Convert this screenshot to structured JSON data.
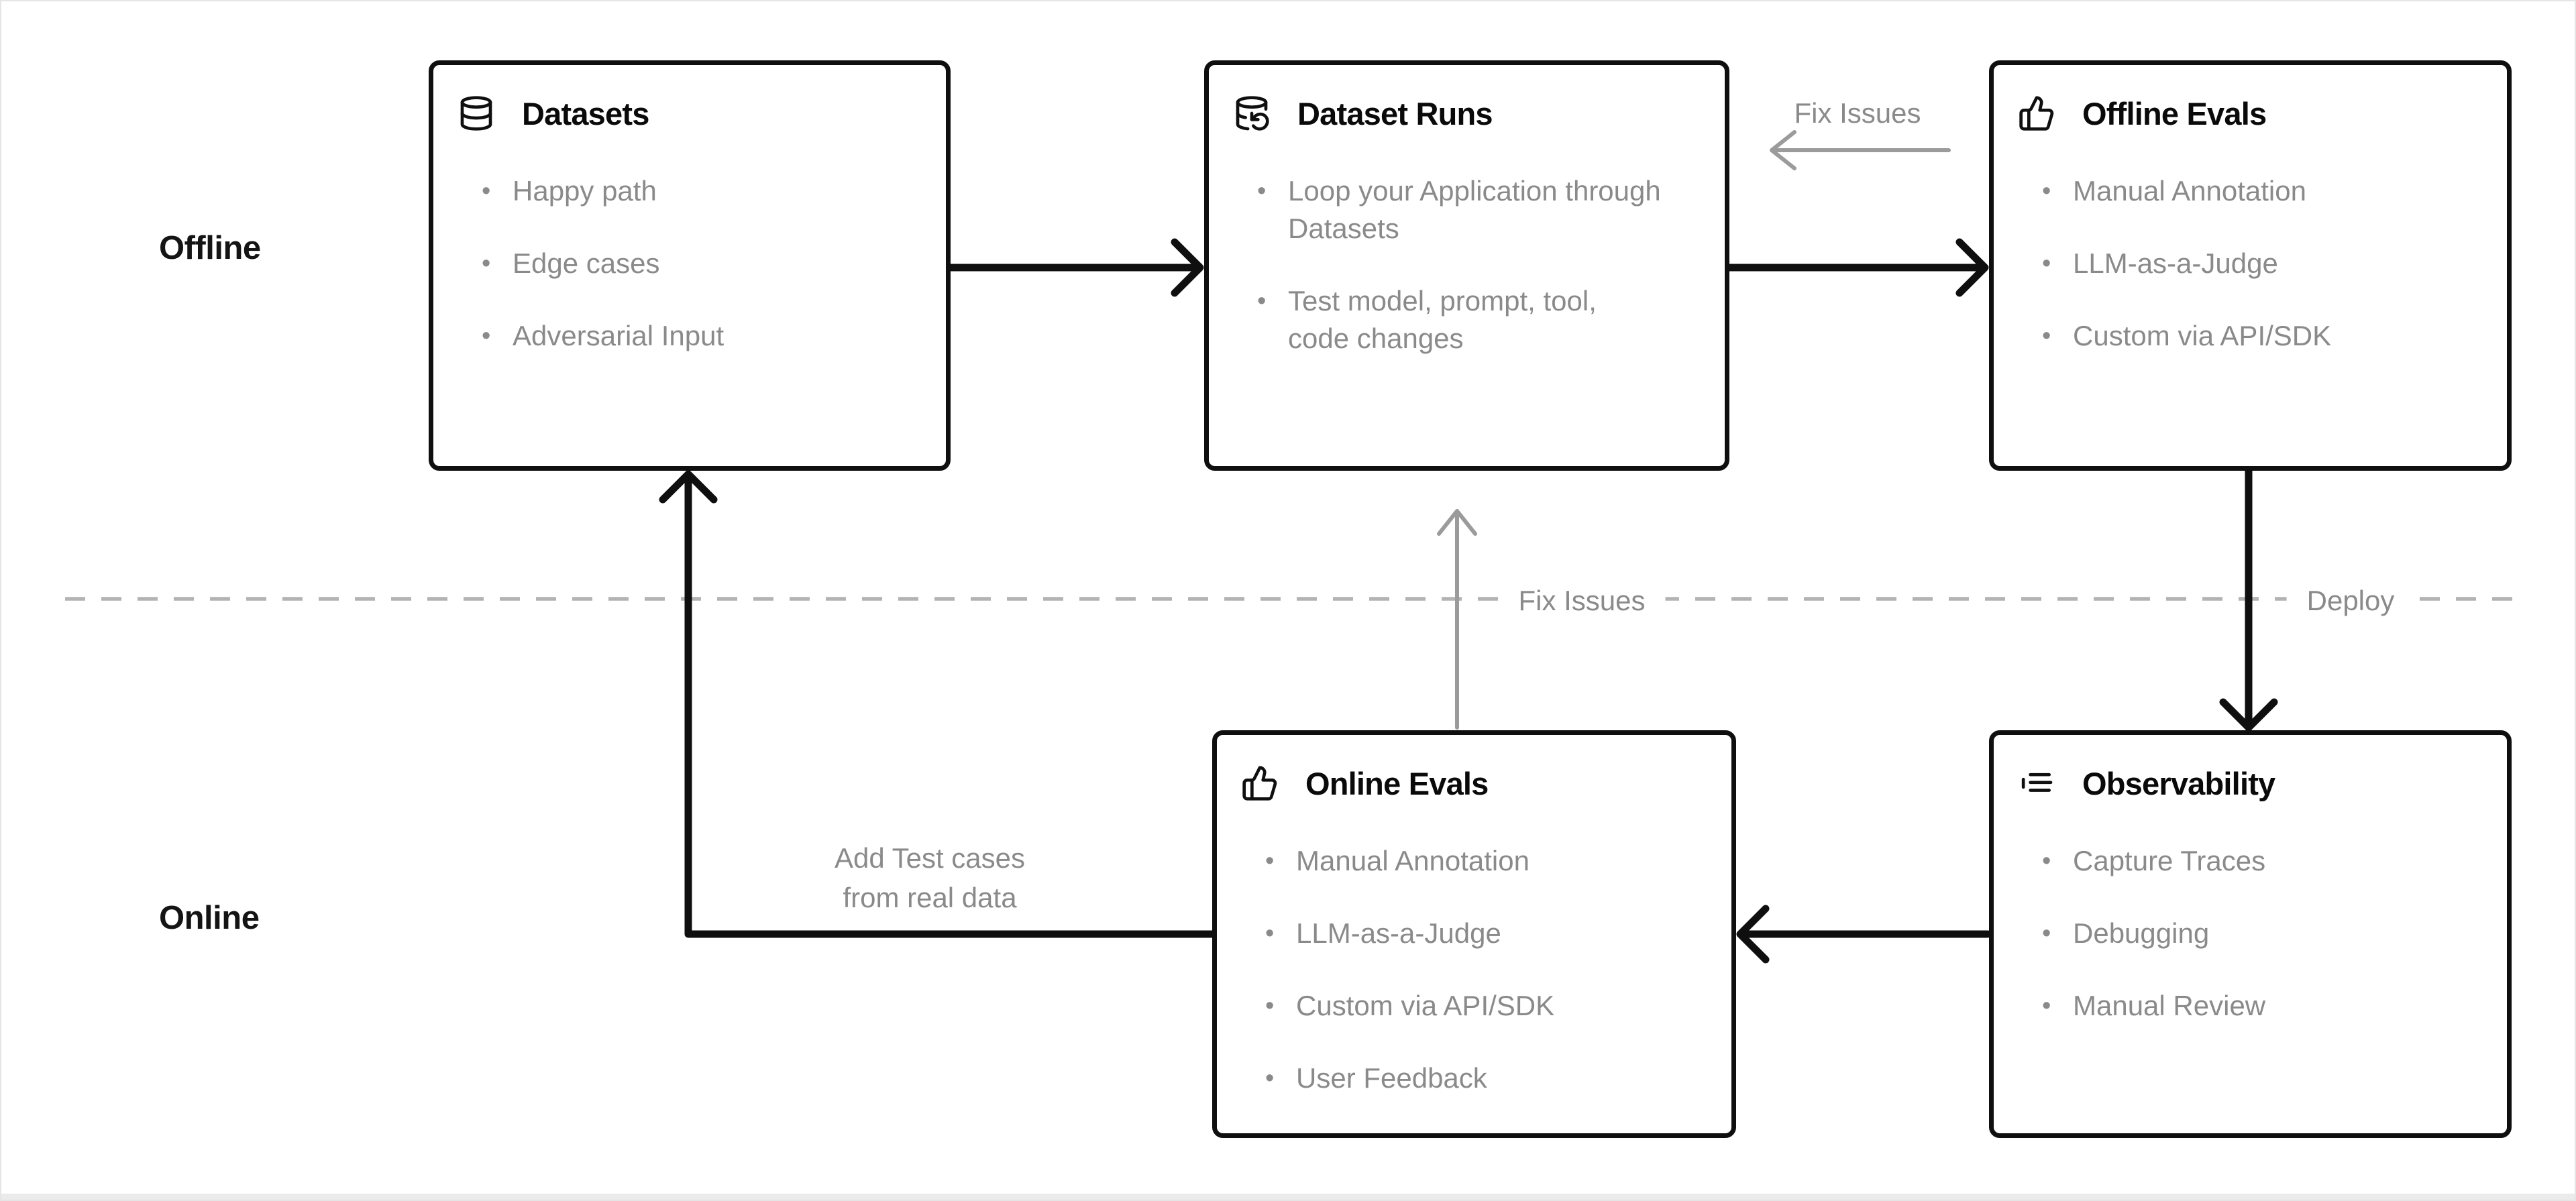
{
  "lanes": {
    "offline": "Offline",
    "online": "Online"
  },
  "boxes": {
    "datasets": {
      "title": "Datasets",
      "icon": "database-icon",
      "items": [
        "Happy path",
        "Edge cases",
        "Adversarial Input"
      ]
    },
    "dataset_runs": {
      "title": "Dataset Runs",
      "icon": "database-refresh-icon",
      "items": [
        "Loop your Application through Datasets",
        "Test model, prompt, tool, code changes"
      ]
    },
    "offline_evals": {
      "title": "Offline Evals",
      "icon": "thumbs-up-icon",
      "items": [
        "Manual Annotation",
        "LLM-as-a-Judge",
        "Custom via API/SDK"
      ]
    },
    "online_evals": {
      "title": "Online Evals",
      "icon": "thumbs-up-icon",
      "items": [
        "Manual Annotation",
        "LLM-as-a-Judge",
        "Custom via API/SDK",
        "User Feedback"
      ]
    },
    "observability": {
      "title": "Observability",
      "icon": "logs-icon",
      "items": [
        "Capture Traces",
        "Debugging",
        "Manual Review"
      ]
    }
  },
  "edge_labels": {
    "fix_issues_top": "Fix Issues",
    "fix_issues_mid": "Fix Issues",
    "deploy": "Deploy",
    "add_test_cases_line1": "Add Test cases",
    "add_test_cases_line2": "from real data"
  },
  "bullet_glyph": "•",
  "colors": {
    "background": "#ffffff",
    "box_border": "#0f0f0f",
    "title_text": "#0a0a0a",
    "bullet_text": "#8a8a8a",
    "edge_black": "#0f0f0f",
    "edge_gray": "#9b9b9b",
    "divider_gray": "#b3b3b3"
  }
}
